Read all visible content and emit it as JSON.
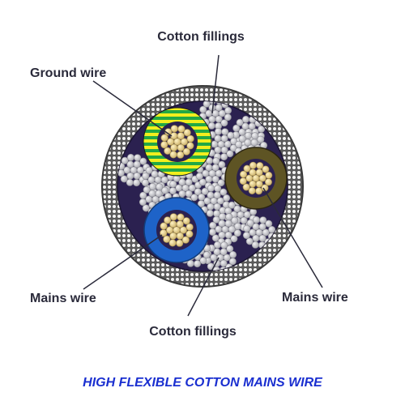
{
  "labels": {
    "cotton_top": "Cotton fillings",
    "ground_wire": "Ground wire",
    "mains_left": "Mains wire",
    "mains_right": "Mains wire",
    "cotton_bottom": "Cotton fillings"
  },
  "caption": "HIGH FLEXIBLE COTTON MAINS WIRE",
  "colors": {
    "caption": "#1a2fd0",
    "label": "#2a2a3a",
    "sheath": "#8c8c8c",
    "core_fill": "#2b2150",
    "ground_green": "#22a845",
    "ground_yellow": "#f2ee1e",
    "brown_insulation": "#5e5424",
    "blue_insulation": "#1e63c8",
    "copper": "#e6d28a",
    "cotton": "#c8c8cc"
  }
}
